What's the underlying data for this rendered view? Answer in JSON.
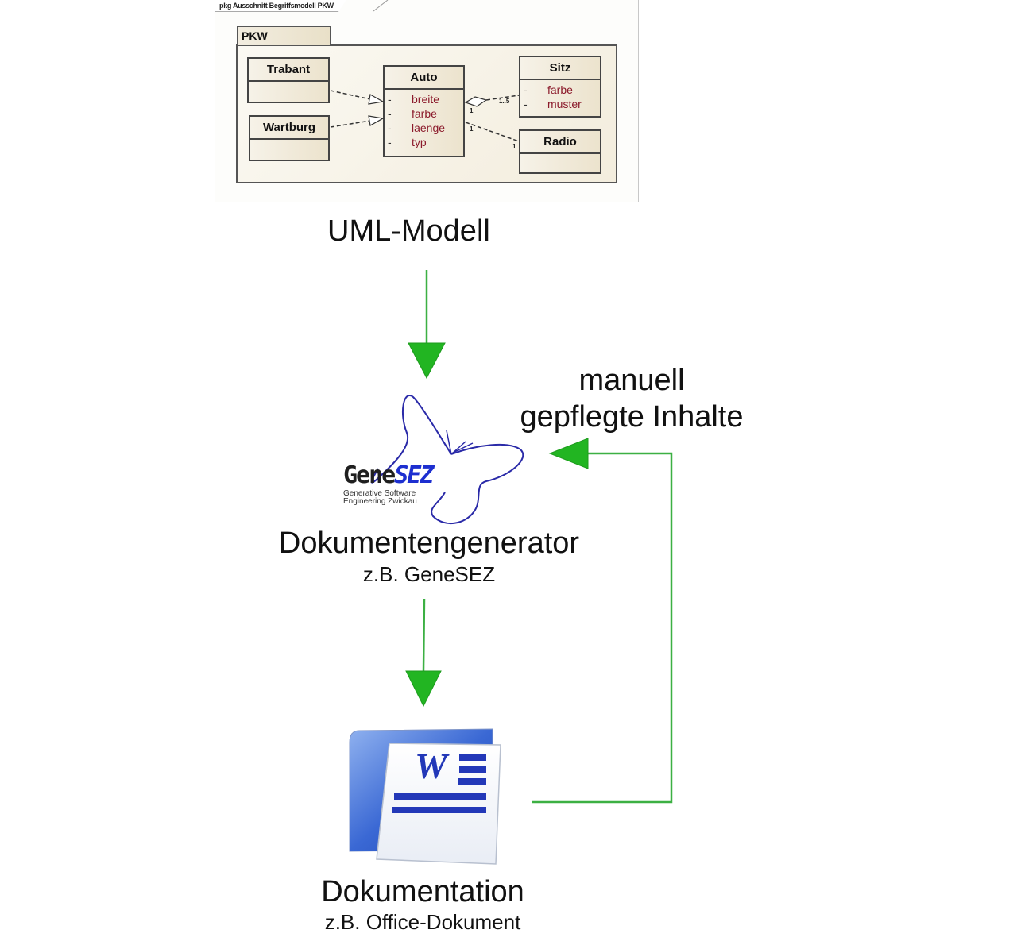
{
  "uml_model": {
    "package_header": "pkg Ausschnitt Begriffsmodell PKW",
    "inner_package": "PKW",
    "classes": [
      {
        "name": "Trabant",
        "attributes": []
      },
      {
        "name": "Wartburg",
        "attributes": []
      },
      {
        "name": "Auto",
        "attributes": [
          {
            "visibility": "-",
            "name": "breite"
          },
          {
            "visibility": "-",
            "name": "farbe"
          },
          {
            "visibility": "-",
            "name": "laenge"
          },
          {
            "visibility": "-",
            "name": "typ"
          }
        ]
      },
      {
        "name": "Sitz",
        "attributes": [
          {
            "visibility": "-",
            "name": "farbe"
          },
          {
            "visibility": "-",
            "name": "muster"
          }
        ]
      },
      {
        "name": "Radio",
        "attributes": []
      }
    ],
    "relations": [
      {
        "from": "Trabant",
        "to": "Auto",
        "type": "realization"
      },
      {
        "from": "Wartburg",
        "to": "Auto",
        "type": "realization"
      },
      {
        "from": "Sitz",
        "to": "Auto",
        "type": "aggregation",
        "from_multiplicity": "1..5",
        "to_multiplicity": "1"
      },
      {
        "from": "Auto",
        "to": "Radio",
        "type": "association",
        "from_multiplicity": "1",
        "to_multiplicity": "1"
      }
    ]
  },
  "steps": {
    "uml": {
      "title": "UML-Modell"
    },
    "generator": {
      "title": "Dokumentengenerator",
      "subtitle": "z.B. GeneSEZ",
      "logo": {
        "word_dark": "Gene",
        "word_blue": "SEZ",
        "tagline_1": "Generative Software",
        "tagline_2": "Engineering Zwickau",
        "icon": "butterfly-icon"
      }
    },
    "documentation": {
      "title": "Dokumentation",
      "subtitle": "z.B. Office-Dokument",
      "icon": "word-document-icon",
      "icon_letter": "W"
    },
    "feedback": {
      "line1": "manuell",
      "line2": "gepflegte Inhalte"
    }
  },
  "colors": {
    "arrow_green": "#22b522",
    "line_green": "#3cb043",
    "butterfly_blue": "#2a2aa8",
    "word_blue": "#2338b8",
    "attribute_red": "#8b1a2b"
  }
}
